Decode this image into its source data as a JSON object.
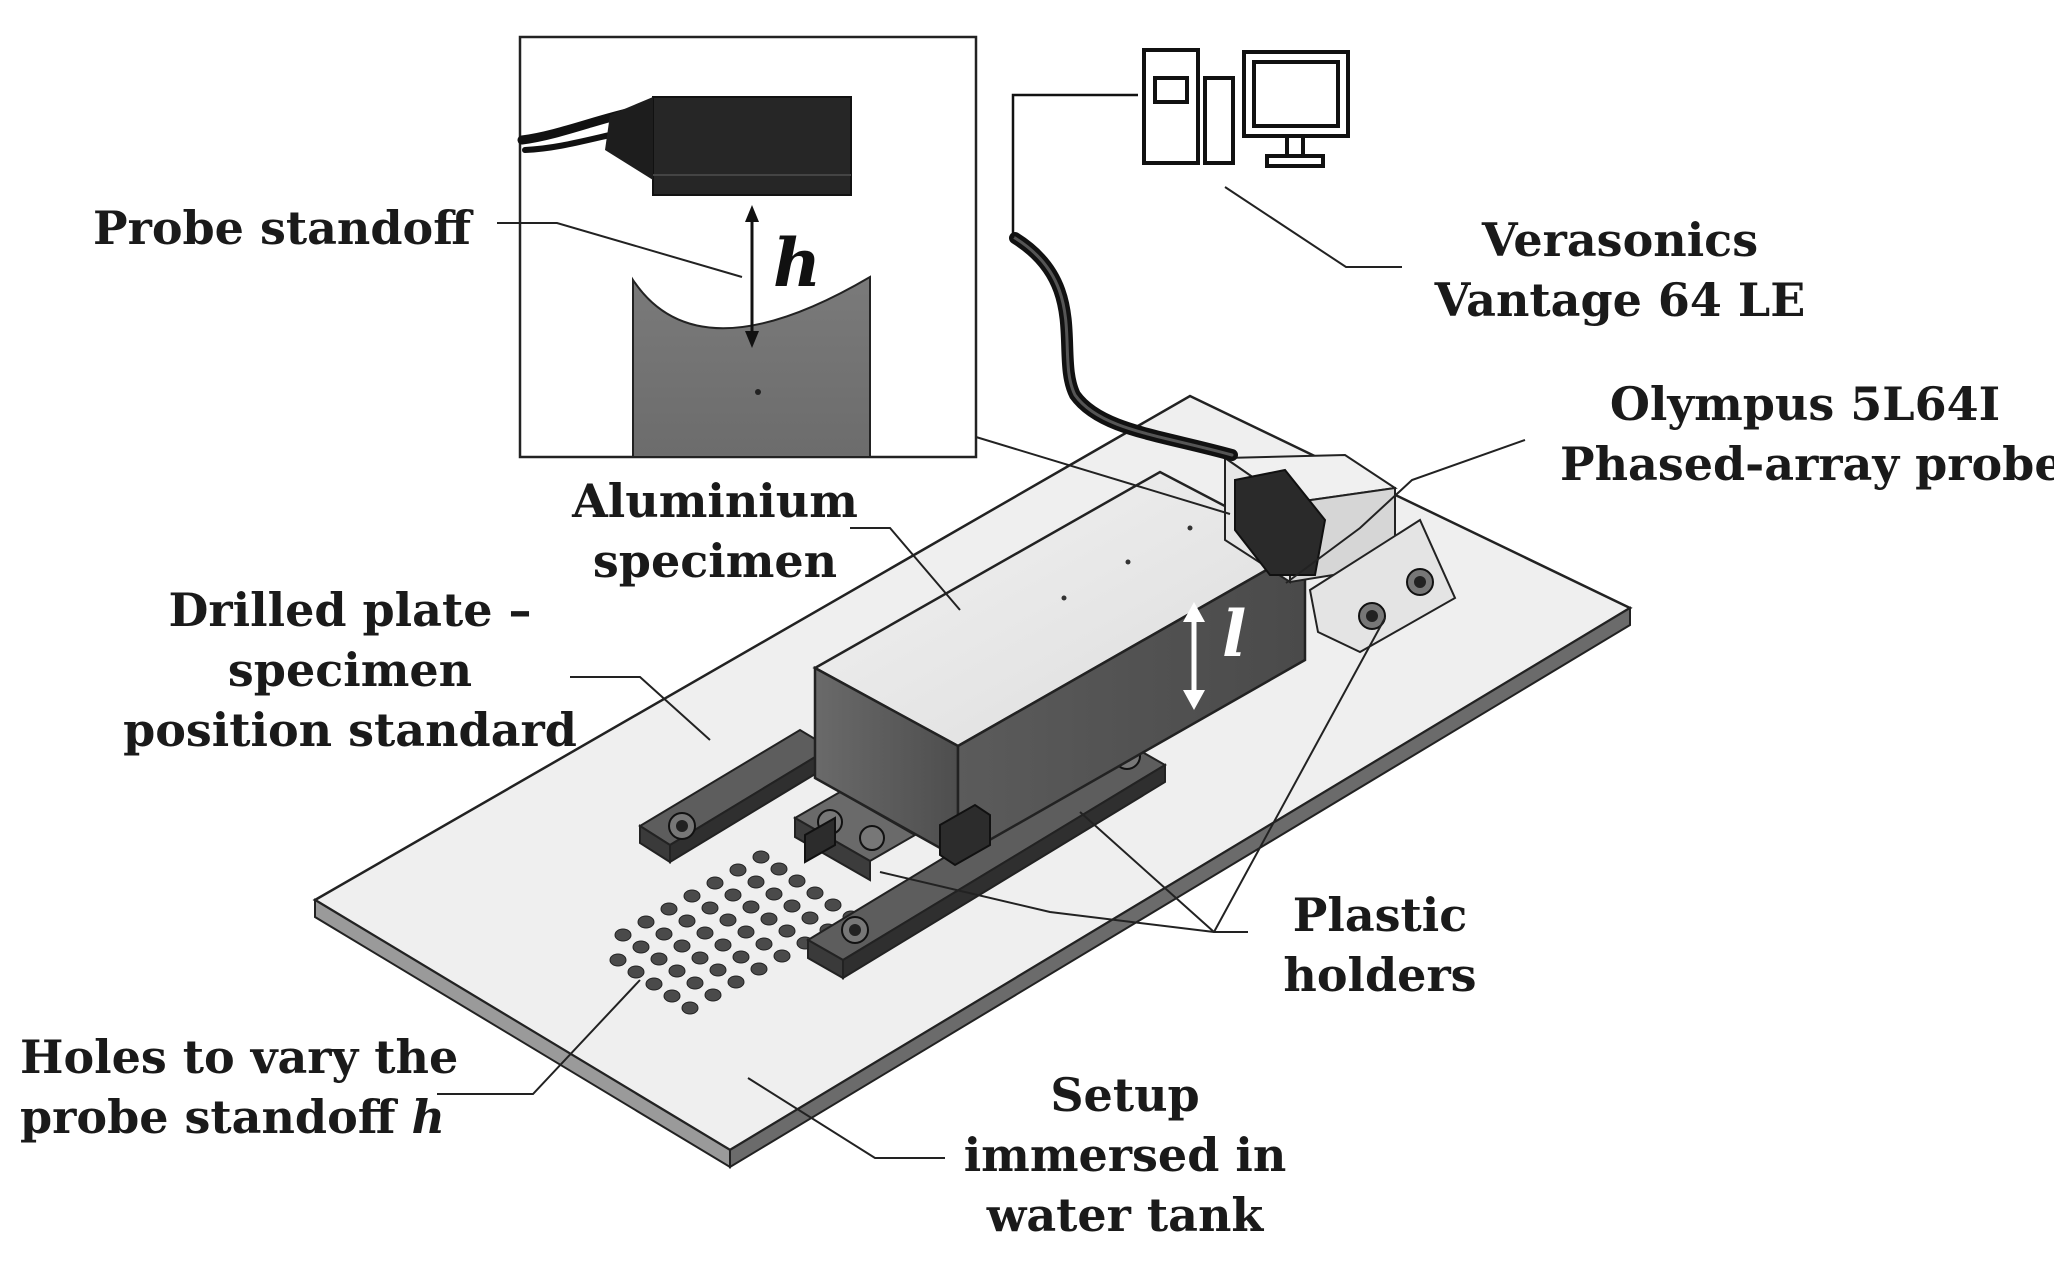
{
  "labels": {
    "probe_standoff": "Probe standoff",
    "verasonics": [
      "Verasonics",
      "Vantage 64 LE"
    ],
    "olympus": [
      "Olympus 5L64I",
      "Phased-array probe"
    ],
    "aluminium": [
      "Aluminium",
      "specimen"
    ],
    "drilled_plate": [
      "Drilled plate –",
      "specimen",
      "position standard"
    ],
    "plastic_holders": [
      "Plastic",
      "holders"
    ],
    "holes": [
      "Holes to vary the",
      "probe standoff"
    ],
    "holes_symbol": "h",
    "setup": [
      "Setup",
      "immersed in",
      "water tank"
    ],
    "h_symbol": "h",
    "l_symbol": "l"
  },
  "icons": [
    "computer-tower-icon",
    "monitor-icon",
    "arrow-double-icon"
  ]
}
